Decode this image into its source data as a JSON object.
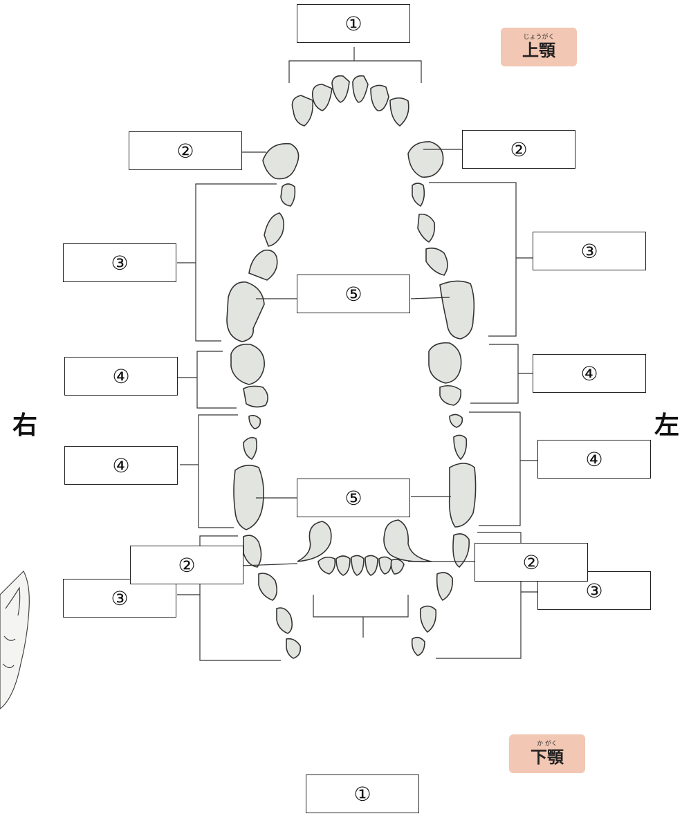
{
  "side_labels": {
    "right": "右",
    "left": "左"
  },
  "jaw_badges": {
    "upper": {
      "ruby": "じょうがく",
      "kanji": "上顎"
    },
    "lower": {
      "ruby": "か がく",
      "kanji": "下顎"
    }
  },
  "answer_boxes": {
    "upper_incisors": "①",
    "upper_canine_right": "②",
    "upper_canine_left": "②",
    "upper_premolars_right": "③",
    "upper_premolars_left": "③",
    "upper_carnassial_right": "⑤",
    "upper_molars_right": "④",
    "upper_molars_left": "④",
    "lower_molars_right": "④",
    "lower_molars_left": "④",
    "lower_carnassial": "⑤",
    "lower_premolars_right": "③",
    "lower_premolars_left": "③",
    "lower_canine_right": "②",
    "lower_canine_left": "②",
    "lower_incisors": "①"
  },
  "colors": {
    "tooth_fill": "#e2e4e0",
    "tooth_stroke": "#333333",
    "badge": "#f2c7b3"
  }
}
